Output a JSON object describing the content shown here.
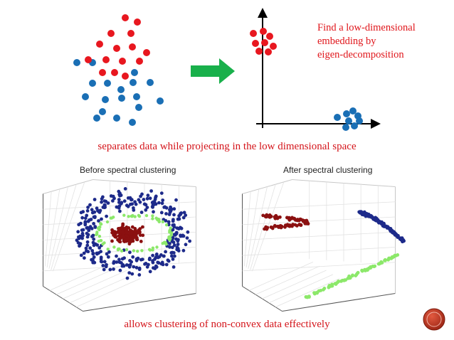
{
  "slide": {
    "right_caption_lines": [
      "Find a low-dimensional",
      "embedding by",
      "eigen-decomposition"
    ],
    "middle_caption": "separates data while projecting in the low dimensional space",
    "bottom_caption": "allows clustering of non-convex data effectively",
    "before_title": "Before spectral clustering",
    "after_title": "After spectral clustering"
  },
  "colors": {
    "red": "#e8171f",
    "blue": "#1a6fb5",
    "arrow_green": "#19b04b",
    "caption_red": "#d4141a",
    "dark_blue": "#1d2a8a",
    "dark_red": "#8b1010",
    "light_green": "#8ce86a",
    "badge": "#b5311f"
  },
  "icons": [
    "right-arrow-icon",
    "slide-badge-icon"
  ]
}
